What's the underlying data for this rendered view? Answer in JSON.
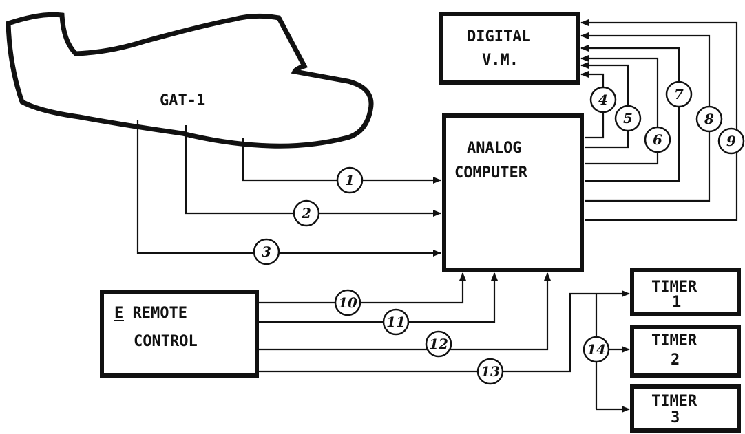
{
  "blocks": {
    "gat": "GAT-1",
    "dvm_line1": "DIGITAL",
    "dvm_line2": "V.M.",
    "analog_line1": "ANALOG",
    "analog_line2": "COMPUTER",
    "remote_line1": "E REMOTE",
    "remote_line2": "CONTROL",
    "timer1_line1": "TIMER",
    "timer1_line2": "1",
    "timer2_line1": "TIMER",
    "timer2_line2": "2",
    "timer3_line1": "TIMER",
    "timer3_line2": "3"
  },
  "signals": {
    "s1": "1",
    "s2": "2",
    "s3": "3",
    "s4": "4",
    "s5": "5",
    "s6": "6",
    "s7": "7",
    "s8": "8",
    "s9": "9",
    "s10": "10",
    "s11": "11",
    "s12": "12",
    "s13": "13",
    "s14": "14"
  }
}
